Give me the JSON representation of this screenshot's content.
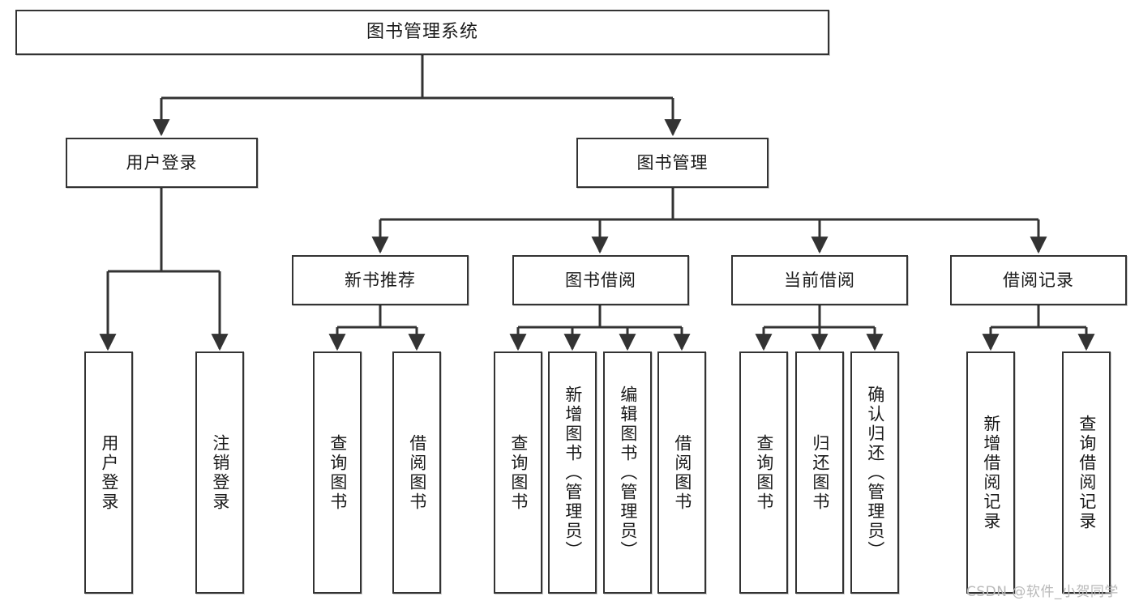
{
  "diagram": {
    "type": "tree-hierarchy",
    "title": "图书管理系统",
    "watermark": "CSDN @软件_小贺同学",
    "colors": {
      "stroke": "#333333",
      "background": "#ffffff",
      "text": "#1a1a1a",
      "watermark": "#b9b9b9"
    },
    "nodes": {
      "root": {
        "label": "图书管理系统"
      },
      "level2": [
        {
          "id": "user-login",
          "label": "用户登录"
        },
        {
          "id": "book-manage",
          "label": "图书管理"
        }
      ],
      "level3": [
        {
          "id": "new-book-recommend",
          "label": "新书推荐"
        },
        {
          "id": "book-borrow",
          "label": "图书借阅"
        },
        {
          "id": "current-borrow",
          "label": "当前借阅"
        },
        {
          "id": "borrow-record",
          "label": "借阅记录"
        }
      ],
      "leaves": {
        "user-login": [
          {
            "id": "leaf-user-login",
            "label": "用户登录"
          },
          {
            "id": "leaf-user-logout",
            "label": "注销登录"
          }
        ],
        "new-book-recommend": [
          {
            "id": "leaf-query-book-1",
            "label": "查询图书"
          },
          {
            "id": "leaf-borrow-book-1",
            "label": "借阅图书"
          }
        ],
        "book-borrow": [
          {
            "id": "leaf-query-book-2",
            "label": "查询图书"
          },
          {
            "id": "leaf-add-book",
            "label": "新增图书（管理员）"
          },
          {
            "id": "leaf-edit-book",
            "label": "编辑图书（管理员）"
          },
          {
            "id": "leaf-borrow-book-2",
            "label": "借阅图书"
          }
        ],
        "current-borrow": [
          {
            "id": "leaf-query-book-3",
            "label": "查询图书"
          },
          {
            "id": "leaf-return-book",
            "label": "归还图书"
          },
          {
            "id": "leaf-confirm-return",
            "label": "确认归还（管理员）"
          }
        ],
        "borrow-record": [
          {
            "id": "leaf-add-record",
            "label": "新增借阅记录"
          },
          {
            "id": "leaf-query-record",
            "label": "查询借阅记录"
          }
        ]
      }
    }
  }
}
